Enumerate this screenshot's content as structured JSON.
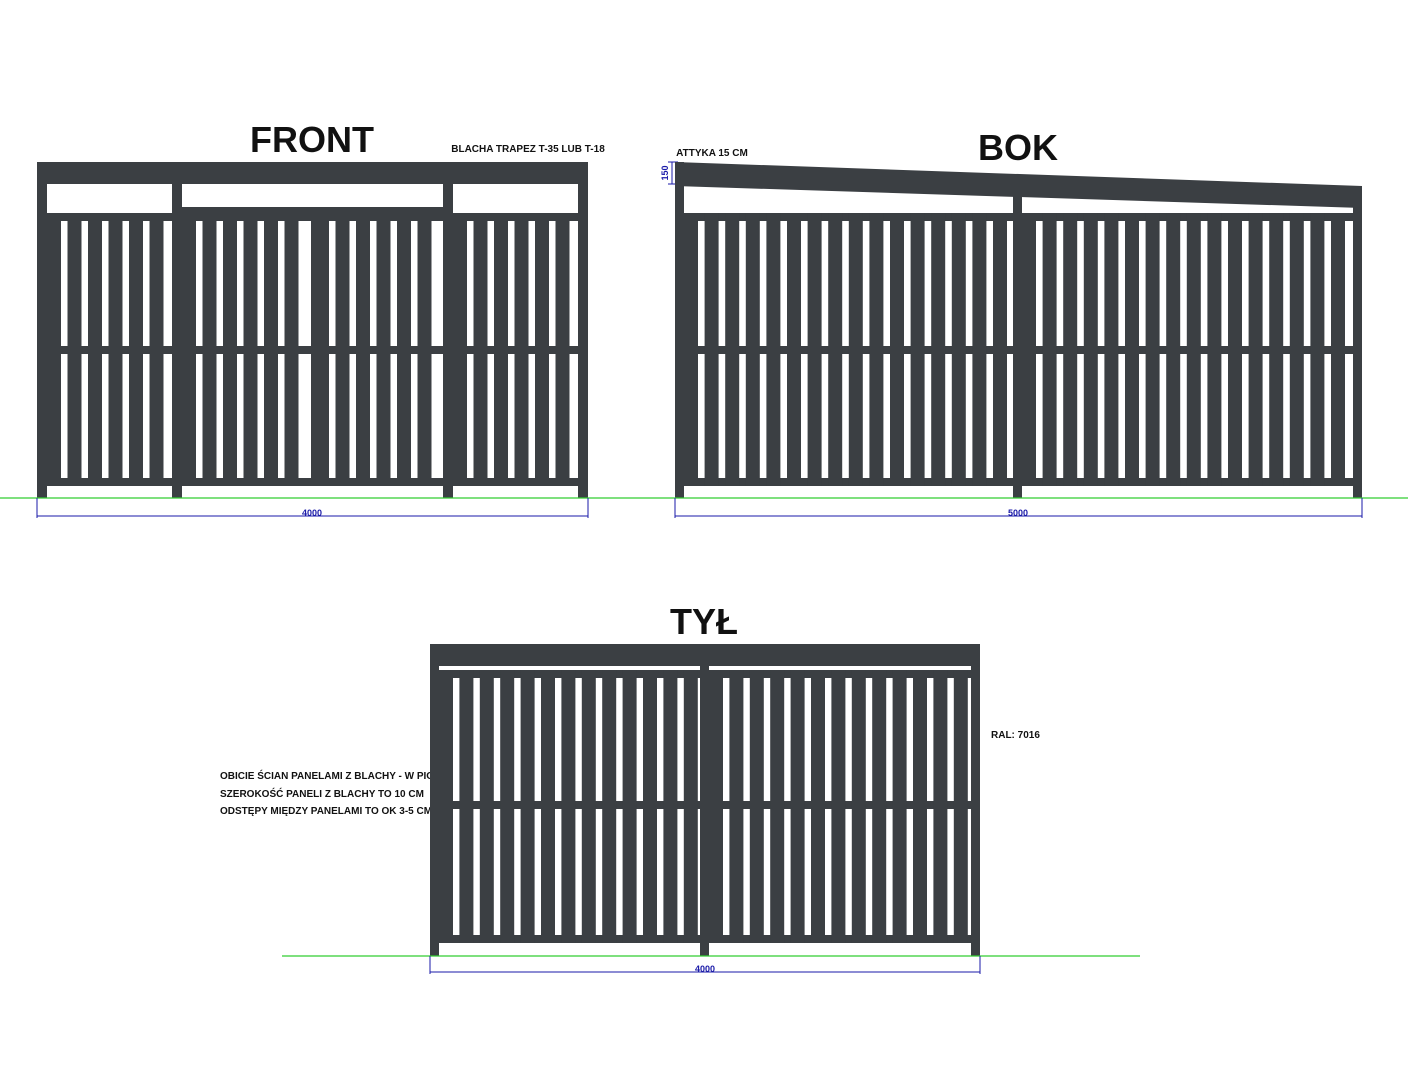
{
  "colors": {
    "panel": "#3b3f43",
    "ground": "#32cd32",
    "dimension": "#1a1aa8",
    "text": "#111111"
  },
  "front": {
    "title": "FRONT",
    "roof_note": "BLACHA TRAPEZ T-35 LUB T-18",
    "width_dim": "4000"
  },
  "side": {
    "title": "BOK",
    "attic_note": "ATTYKA 15 CM",
    "attic_dim": "150",
    "width_dim": "5000"
  },
  "back": {
    "title": "TYŁ",
    "color_note": "RAL: 7016",
    "notes": [
      "OBICIE ŚCIAN PANELAMI Z BLACHY - W PIONIE",
      "SZEROKOŚĆ PANELI Z BLACHY TO 10 CM",
      "ODSTĘPY MIĘDZY PANELAMI TO OK 3-5 CM"
    ],
    "width_dim": "4000"
  }
}
